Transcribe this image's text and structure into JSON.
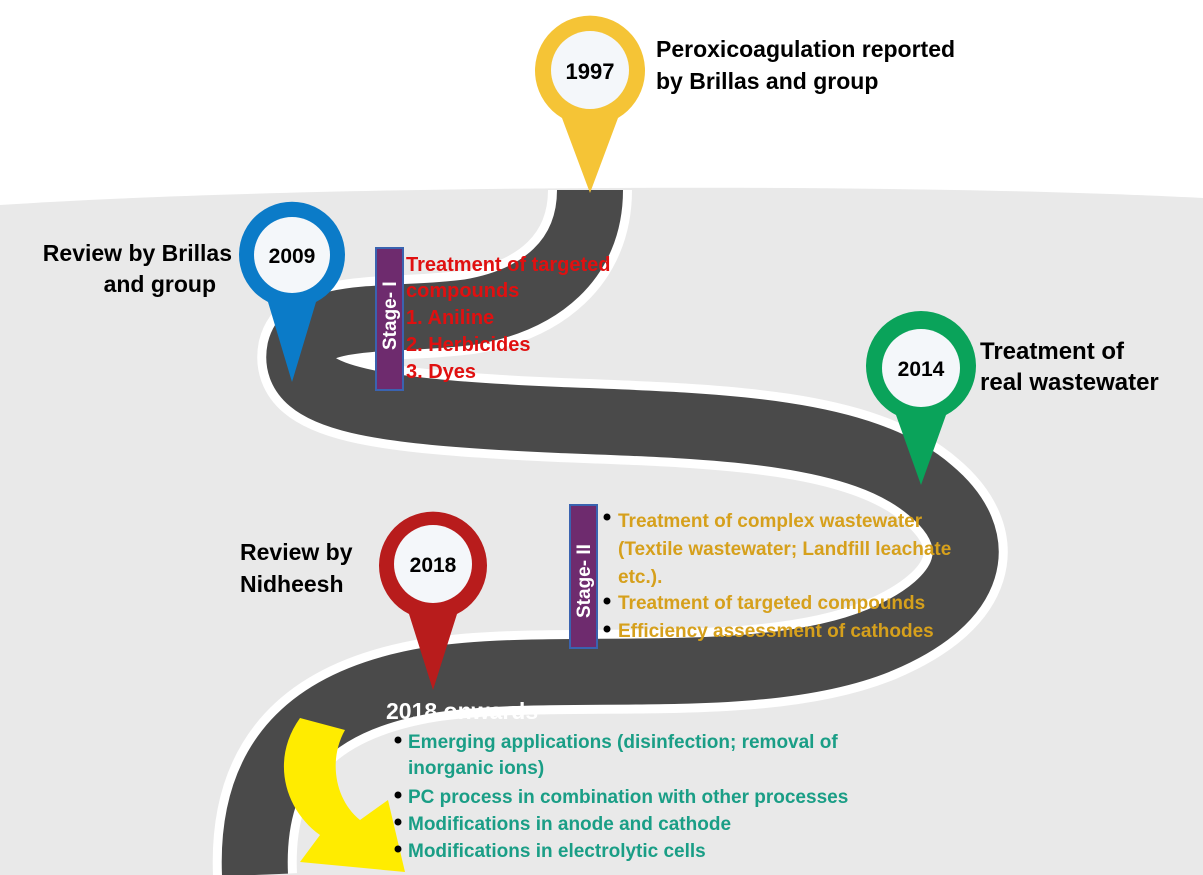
{
  "colors": {
    "road": "#4a4a4a",
    "road_edge": "#ffffff",
    "ground": "#e9e9e9",
    "pin_1997": "#f5c436",
    "pin_2009": "#0b7bc8",
    "pin_2014": "#0aa35a",
    "pin_2018": "#b81c1c",
    "pin_inner": "#f4f7fa",
    "stage_bar": "#6e2b6e",
    "stage_bar_border": "#3a63b0",
    "stage1_text": "#e01010",
    "stage2_text": "#d6a01c",
    "onwards_text": "#1a9e86",
    "arrow": "#ffec00",
    "black": "#000000"
  },
  "milestones": [
    {
      "year": "1997",
      "label_lines": [
        "Peroxicoagulation reported",
        "by Brillas and group"
      ],
      "icon": "pin-marker-icon"
    },
    {
      "year": "2009",
      "label_lines": [
        "Review by Brillas",
        "and group"
      ],
      "icon": "pin-marker-icon"
    },
    {
      "year": "2014",
      "label_lines": [
        "Treatment of",
        "real wastewater"
      ],
      "icon": "pin-marker-icon"
    },
    {
      "year": "2018",
      "label_lines": [
        "Review by",
        "Nidheesh"
      ],
      "icon": "pin-marker-icon"
    }
  ],
  "stage1": {
    "tag": "Stage- I",
    "lines": [
      "Treatment of targeted",
      "compounds",
      "1. Aniline",
      "2. Herbicides",
      "3. Dyes"
    ]
  },
  "stage2": {
    "tag": "Stage- II",
    "lines": [
      {
        "text": "Treatment of complex wastewater",
        "bullet": true
      },
      {
        "text": "(Textile wastewater; Landfill leachate",
        "bullet": false
      },
      {
        "text": "etc.).",
        "bullet": false
      },
      {
        "text": "Treatment of targeted compounds",
        "bullet": true
      },
      {
        "text": "Efficiency assessment of cathodes",
        "bullet": true
      }
    ]
  },
  "onwards": {
    "title": "2018 onwards",
    "lines": [
      {
        "text": "Emerging applications (disinfection; removal of",
        "bullet": true
      },
      {
        "text": "inorganic ions)",
        "bullet": false
      },
      {
        "text": "PC process in combination with other processes",
        "bullet": true
      },
      {
        "text": "Modifications in anode and cathode",
        "bullet": true
      },
      {
        "text": "Modifications in electrolytic cells",
        "bullet": true
      }
    ]
  }
}
